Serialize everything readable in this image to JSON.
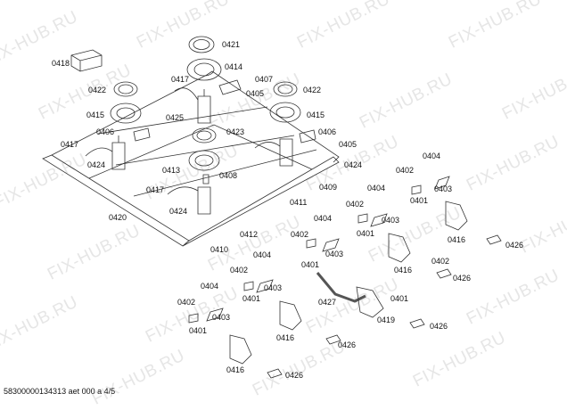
{
  "watermark": "FIX-HUB.RU",
  "footer": "58300000134313 aet 000 a 4/5",
  "labels": [
    "0418",
    "0421",
    "0414",
    "0407",
    "0417",
    "0422",
    "0405",
    "0422",
    "0425",
    "0415",
    "0415",
    "0406",
    "0406",
    "0423",
    "0417",
    "0405",
    "0424",
    "0424",
    "0413",
    "0408",
    "0404",
    "0402",
    "0417",
    "0409",
    "0403",
    "0424",
    "0402",
    "0404",
    "0401",
    "0420",
    "0411",
    "0403",
    "0404",
    "0412",
    "0402",
    "0401",
    "0416",
    "0426",
    "0410",
    "0404",
    "0403",
    "0401",
    "0416",
    "0402",
    "0402",
    "0403",
    "0401",
    "0426",
    "0404",
    "0401",
    "0427",
    "0419",
    "0426",
    "0402",
    "0403",
    "0401",
    "0416",
    "0426",
    "0416",
    "0426"
  ],
  "colors": {
    "line": "#333333",
    "watermark": "#e6e6e6"
  }
}
